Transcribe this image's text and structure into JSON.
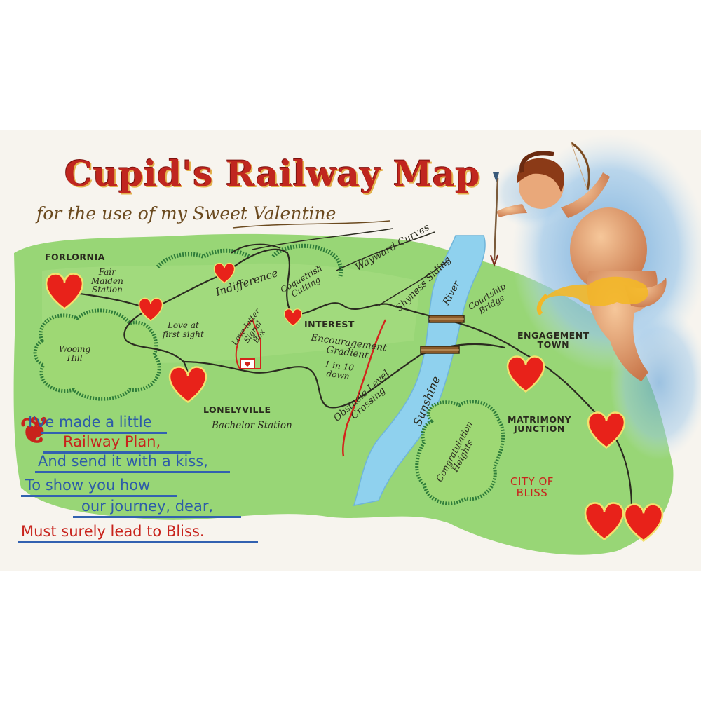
{
  "title": "Cupid's Railway Map",
  "subtitle": "for the use of my Sweet Valentine",
  "places": {
    "forlornia": "FORLORNIA",
    "fair_maiden": "Fair\nMaiden\nStation",
    "indifference": "Indifference",
    "coquettish": "Coquettish\nCutting",
    "wayward": "Wayward Curves",
    "shyness": "Shyness Siding",
    "river": "River",
    "courtship": "Courtship\nBridge",
    "engagement": "ENGAGEMENT\nTOWN",
    "love_first_sight": "Love at\nfirst sight",
    "wooing_hill": "Wooing\nHill",
    "signal_box": "Love-letter\nSignal\nBox",
    "interest": "INTEREST",
    "encouragement": "Encouragement\nGradient",
    "gradient_ratio": "1 in 10\ndown",
    "obstacle": "Obstacle Level\nCrossing",
    "sunshine": "Sunshine",
    "lonelyville": "LONELYVILLE",
    "bachelor": "Bachelor Station",
    "matrimony": "MATRIMONY\nJUNCTION",
    "congratulation": "Congratulation\nHeights",
    "city_bliss": "CITY OF\nBLISS"
  },
  "poem": [
    "I've made a little",
    "Railway Plan,",
    "And send it with a kiss,",
    "To show you how",
    "our journey, dear,",
    "Must surely lead to Bliss."
  ],
  "colors": {
    "land": "#8fd36b",
    "river": "#8fd1ee",
    "heart": "#e8221a",
    "track": "#2b2b20",
    "title": "#c0261f",
    "poem_blue": "#2d5ca8",
    "poem_red": "#c8231c"
  },
  "icons": [
    "heart-icon",
    "cupid-icon",
    "arrow-icon",
    "bow-icon",
    "bridge-icon",
    "envelope-icon"
  ]
}
